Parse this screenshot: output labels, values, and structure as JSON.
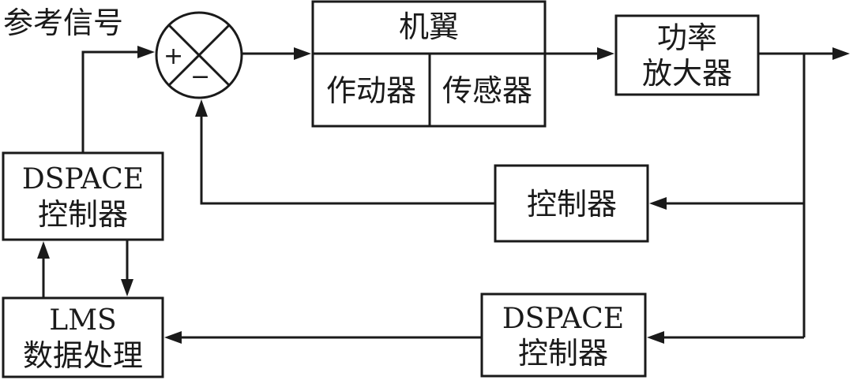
{
  "reference_signal": "参考信号",
  "summing_junction": {
    "plus": "+",
    "minus": "−"
  },
  "wing": {
    "title": "机翼",
    "actuator": "作动器",
    "sensor": "传感器"
  },
  "power_amplifier": {
    "line1": "功率",
    "line2": "放大器"
  },
  "controller": "控制器",
  "dspace_left": {
    "line1": "DSPACE",
    "line2": "控制器"
  },
  "dspace_bottom": {
    "line1": "DSPACE",
    "line2": "控制器"
  },
  "lms": {
    "line1": "LMS",
    "line2": "数据处理"
  }
}
